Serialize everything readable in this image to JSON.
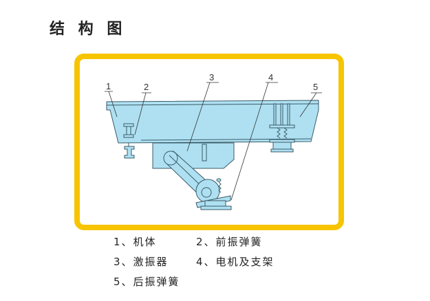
{
  "title": "结 构 图",
  "diagram": {
    "callouts": [
      "1",
      "2",
      "3",
      "4",
      "5"
    ],
    "colors": {
      "frame": "#f7c400",
      "body": "#aee0f2",
      "stroke": "#3a5a66"
    }
  },
  "legend": [
    [
      "1、机体",
      "2、前振弹簧"
    ],
    [
      "3、激振器",
      "4、电机及支架"
    ],
    [
      "5、后振弹簧"
    ]
  ]
}
